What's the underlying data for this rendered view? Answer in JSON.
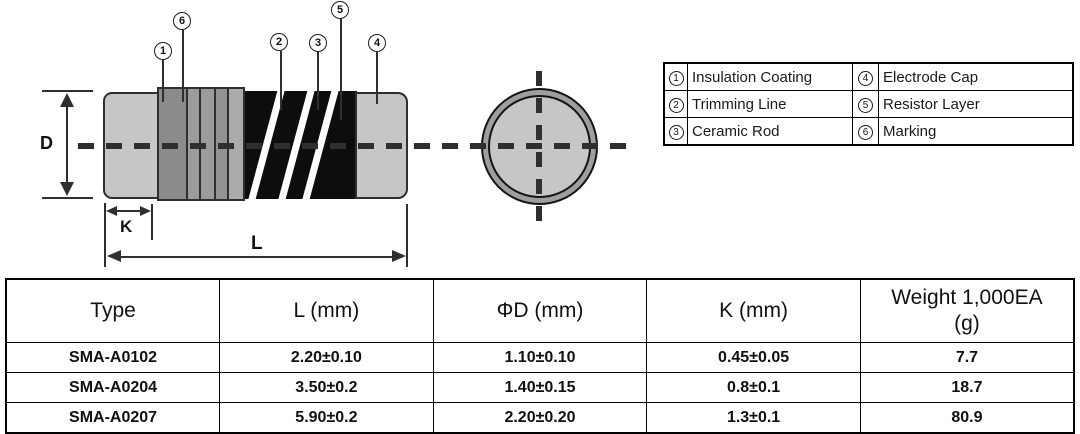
{
  "diagram": {
    "dim_labels": {
      "d": "D",
      "k": "K",
      "l": "L"
    },
    "callouts": [
      "1",
      "2",
      "3",
      "4",
      "5",
      "6"
    ]
  },
  "legend": {
    "rows": [
      {
        "num_left": "1",
        "label_left": "Insulation Coating",
        "num_right": "4",
        "label_right": "Electrode Cap"
      },
      {
        "num_left": "2",
        "label_left": "Trimming Line",
        "num_right": "5",
        "label_right": "Resistor Layer"
      },
      {
        "num_left": "3",
        "label_left": "Ceramic Rod",
        "num_right": "6",
        "label_right": "Marking"
      }
    ]
  },
  "spec_table": {
    "headers": [
      "Type",
      "L (mm)",
      "ΦD (mm)",
      "K (mm)",
      "Weight 1,000EA\n(g)"
    ],
    "rows": [
      [
        "SMA-A0102",
        "2.20±0.10",
        "1.10±0.10",
        "0.45±0.05",
        "7.7"
      ],
      [
        "SMA-A0204",
        "3.50±0.2",
        "1.40±0.15",
        "0.8±0.1",
        "18.7"
      ],
      [
        "SMA-A0207",
        "5.90±0.2",
        "2.20±0.20",
        "1.3±0.1",
        "80.9"
      ]
    ]
  },
  "colors": {
    "line": "#2f2f2f",
    "cap-gray": "#c6c6c6",
    "band-dark": "#8b8b8b",
    "band-dark2": "#939393",
    "band-mid": "#9c9c9c",
    "band-light": "#ababab",
    "film-black": "#0d0d0d",
    "ring-gray": "#9e9e9e",
    "text": "#1a1a1a"
  }
}
